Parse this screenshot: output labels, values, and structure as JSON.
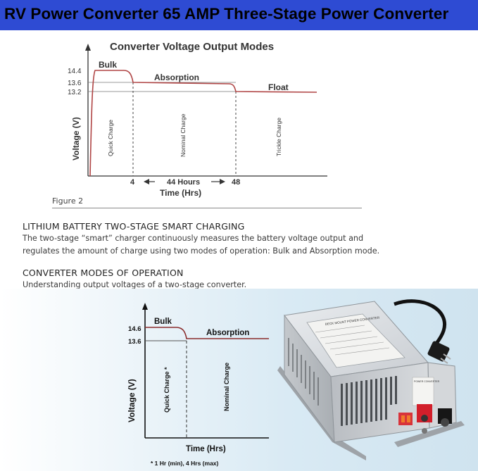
{
  "banner": {
    "title": "RV Power Converter 65 AMP  Three-Stage Power Converter"
  },
  "chart_data": [
    {
      "type": "line",
      "title": "Converter Voltage Output Modes",
      "xlabel": "Time (Hrs)",
      "ylabel": "Voltage (V)",
      "y_ticks": [
        "14.4",
        "13.6",
        "13.2"
      ],
      "x_ticks": [
        "4",
        "48"
      ],
      "stage_labels": [
        "Bulk",
        "Absorption",
        "Float"
      ],
      "region_labels": [
        "Quick Charge",
        "Nominal Charge",
        "Trickle Charge"
      ],
      "annotation": "44 Hours",
      "series": [
        {
          "x": [
            0,
            4,
            48,
            70
          ],
          "y": [
            14.4,
            13.6,
            13.2,
            13.2
          ]
        }
      ]
    },
    {
      "type": "line",
      "xlabel": "Time (Hrs)",
      "ylabel": "Voltage (V)",
      "y_ticks": [
        "14.6",
        "13.6"
      ],
      "stage_labels": [
        "Bulk",
        "Absorption"
      ],
      "region_labels": [
        "Quick Charge *",
        "Nominal Charge"
      ],
      "footnote": "* 1 Hr (min), 4 Hrs (max)",
      "series": [
        {
          "x": [
            0,
            1,
            5
          ],
          "y": [
            14.6,
            13.6,
            13.6
          ]
        }
      ]
    }
  ],
  "figure_caption": "Figure 2",
  "section1": {
    "heading": "LITHIUM BATTERY TWO-STAGE SMART CHARGING",
    "line1": "The two-stage “smart” charger continuously measures the battery voltage output and",
    "line2": "regulates the amount of charge using two modes of operation: Bulk and Absorption  mode."
  },
  "section2": {
    "heading": "CONVERTER MODES OF OPERATION",
    "line1": "Understanding output voltages of a two-stage converter."
  },
  "product": {
    "label_text": "DECK MOUNT POWER CONVERTER",
    "side_label": "POWER CONVERTER"
  },
  "colors": {
    "banner": "#2e4bd3",
    "curve": "#9a3a3a",
    "guide": "#444444"
  }
}
